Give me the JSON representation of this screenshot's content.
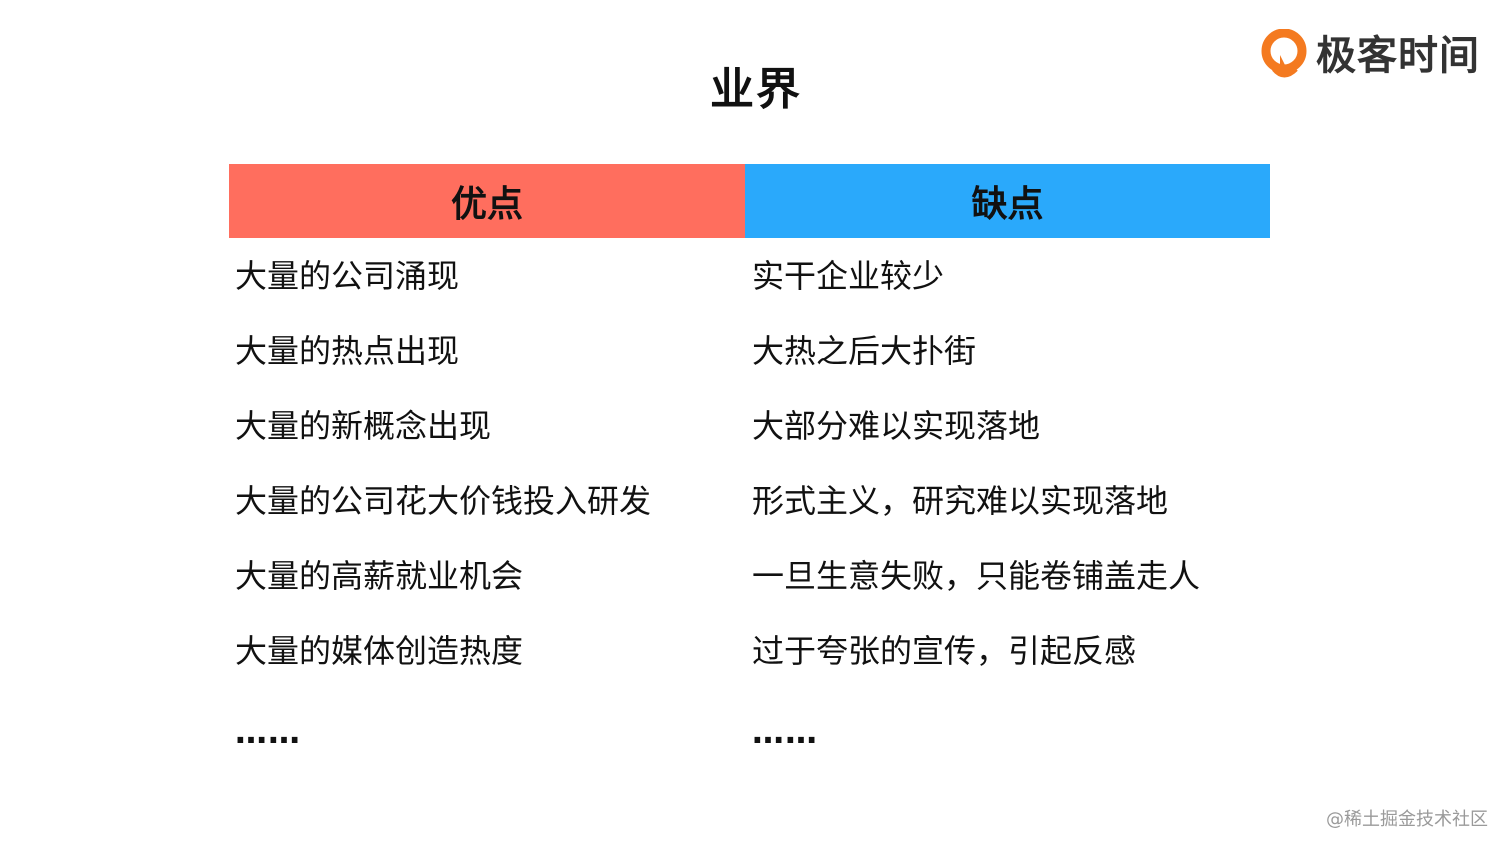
{
  "title": "业界",
  "logo": {
    "icon": "geektime-logo-icon",
    "text": "极客时间",
    "color": "#f47a20"
  },
  "table": {
    "headers": {
      "pros": "优点",
      "cons": "缺点"
    },
    "header_colors": {
      "pros": "#ff6e5e",
      "cons": "#2aa9fb"
    },
    "pros": [
      "大量的公司涌现",
      "大量的热点出现",
      "大量的新概念出现",
      "大量的公司花大价钱投入研发",
      "大量的高薪就业机会",
      "大量的媒体创造热度"
    ],
    "cons": [
      "实干企业较少",
      "大热之后大扑街",
      "大部分难以实现落地",
      "形式主义，研究难以实现落地",
      "一旦生意失败，只能卷铺盖走人",
      "过于夸张的宣传，引起反感"
    ],
    "pros_more": "……",
    "cons_more": "……"
  },
  "watermark": "@稀土掘金技术社区"
}
